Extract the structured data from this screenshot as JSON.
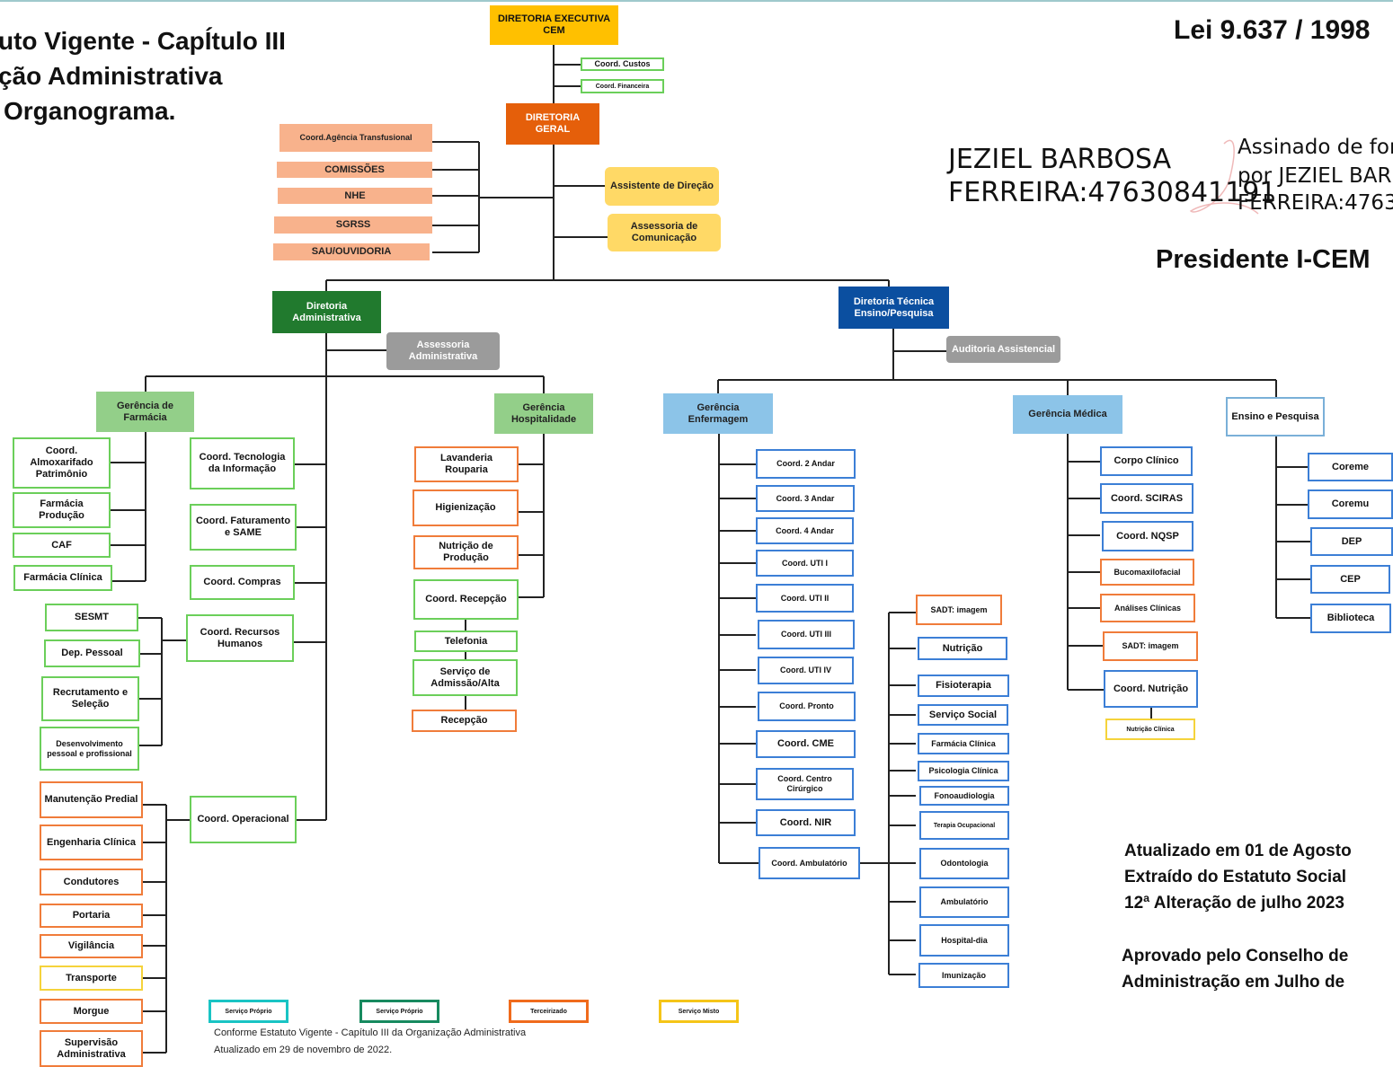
{
  "heading": {
    "line1": "uto Vigente - CapÍtulo III",
    "line2": "ção Administrativa",
    "line3": "Organograma.",
    "law": "Lei 9.637 / 1998",
    "president": "Presidente  I-CEM"
  },
  "signature": {
    "name_line1": "JEZIEL BARBOSA",
    "name_line2": "FERREIRA:47630841191",
    "signed_line1": "Assinado de forr",
    "signed_line2": "por JEZIEL BARB",
    "signed_line3": "FERREIRA:47630"
  },
  "top": {
    "diretoria_executiva": "DIRETORIA EXECUTIVA CEM",
    "coord_custos": "Coord. Custos",
    "coord_financeira": "Coord. Financeira",
    "diretoria_geral": "DIRETORIA GERAL",
    "agencia": "Coord.Agência Transfusional",
    "comissoes": "COMISSÕES",
    "nhe": "NHE",
    "sgrss": "SGRSS",
    "sau": "SAU/OUVIDORIA",
    "assistente": "Assistente de Direção",
    "assessoria_com": "Assessoria de Comunicação",
    "dir_adm": "Diretoria Administrativa",
    "dir_tec": "Diretoria Técnica Ensino/Pesquisa",
    "assessoria_adm": "Assessoria Administrativa",
    "auditoria": "Auditoria Assistencial"
  },
  "farmacia": {
    "title": "Gerência de Farmácia",
    "items": [
      "Coord. Almoxarifado Patrimônio",
      "Farmácia Produção",
      "CAF",
      "Farmácia Clínica"
    ]
  },
  "admin_coords": [
    "Coord. Tecnologia da Informação",
    "Coord. Faturamento e SAME",
    "Coord. Compras",
    "Coord. Recursos Humanos",
    "Coord. Operacional"
  ],
  "rh_items": [
    "SESMT",
    "Dep. Pessoal",
    "Recrutamento e Seleção",
    "Desenvolvimento pessoal e profissional"
  ],
  "operacional_items": [
    "Manutenção Predial",
    "Engenharia Clínica",
    "Condutores",
    "Portaria",
    "Vigilância",
    "Transporte",
    "Morgue",
    "Supervisão Administrativa"
  ],
  "hospitalidade": {
    "title": "Gerência Hospitalidade",
    "items": [
      "Lavanderia Rouparia",
      "Higienização",
      "Nutrição de Produção",
      "Coord. Recepção",
      "Telefonia",
      "Serviço de Admissão/Alta",
      "Recepção"
    ]
  },
  "enfermagem": {
    "title": "Gerência Enfermagem",
    "items": [
      "Coord. 2 Andar",
      "Coord. 3 Andar",
      "Coord. 4 Andar",
      "Coord. UTI I",
      "Coord. UTI II",
      "Coord. UTI III",
      "Coord. UTI IV",
      "Coord. Pronto",
      "Coord. CME",
      "Coord. Centro Cirúrgico",
      "Coord. NIR",
      "Coord. Ambulatório"
    ]
  },
  "multi": [
    "SADT: imagem",
    "Nutrição",
    "Fisioterapia",
    "Serviço Social",
    "Farmácia Clínica",
    "Psicologia Clínica",
    "Fonoaudiologia",
    "Terapia Ocupacional",
    "Odontologia",
    "Ambulatório",
    "Hospital-dia",
    "Imunização"
  ],
  "medica": {
    "title": "Gerência Médica",
    "items": [
      "Corpo Clínico",
      "Coord. SCIRAS",
      "Coord. NQSP",
      "Bucomaxilofacial",
      "Análises Clínicas",
      "SADT: imagem",
      "Coord. Nutrição",
      "Nutrição Clínica"
    ]
  },
  "ensino": {
    "title": "Ensino e Pesquisa",
    "items": [
      "Coreme",
      "Coremu",
      "DEP",
      "CEP",
      "Biblioteca"
    ]
  },
  "legend": [
    "Serviço Próprio",
    "Serviço Próprio",
    "Terceirizado",
    "Serviço Misto"
  ],
  "notes": {
    "n1": "Conforme Estatuto Vigente - Capítulo III da Organização Administrativa",
    "n2": "Atualizado em 29 de novembro de 2022."
  },
  "footer": {
    "l1": "Atualizado em 01 de Agosto",
    "l2": "Extraído do Estatuto Social",
    "l3": "12ª Alteração de julho 2023",
    "l4": "Aprovado pelo Conselho de",
    "l5": "Administração em Julho de"
  },
  "colors": {
    "exec": "#ffc000",
    "geral": "#e55f0a",
    "adm": "#217a2e",
    "tec": "#0b4fa0",
    "own_service": "#6bcf5a",
    "outsourced": "#f07c3a",
    "mixed": "#f5d33b",
    "nursing": "#3c7fd6"
  }
}
